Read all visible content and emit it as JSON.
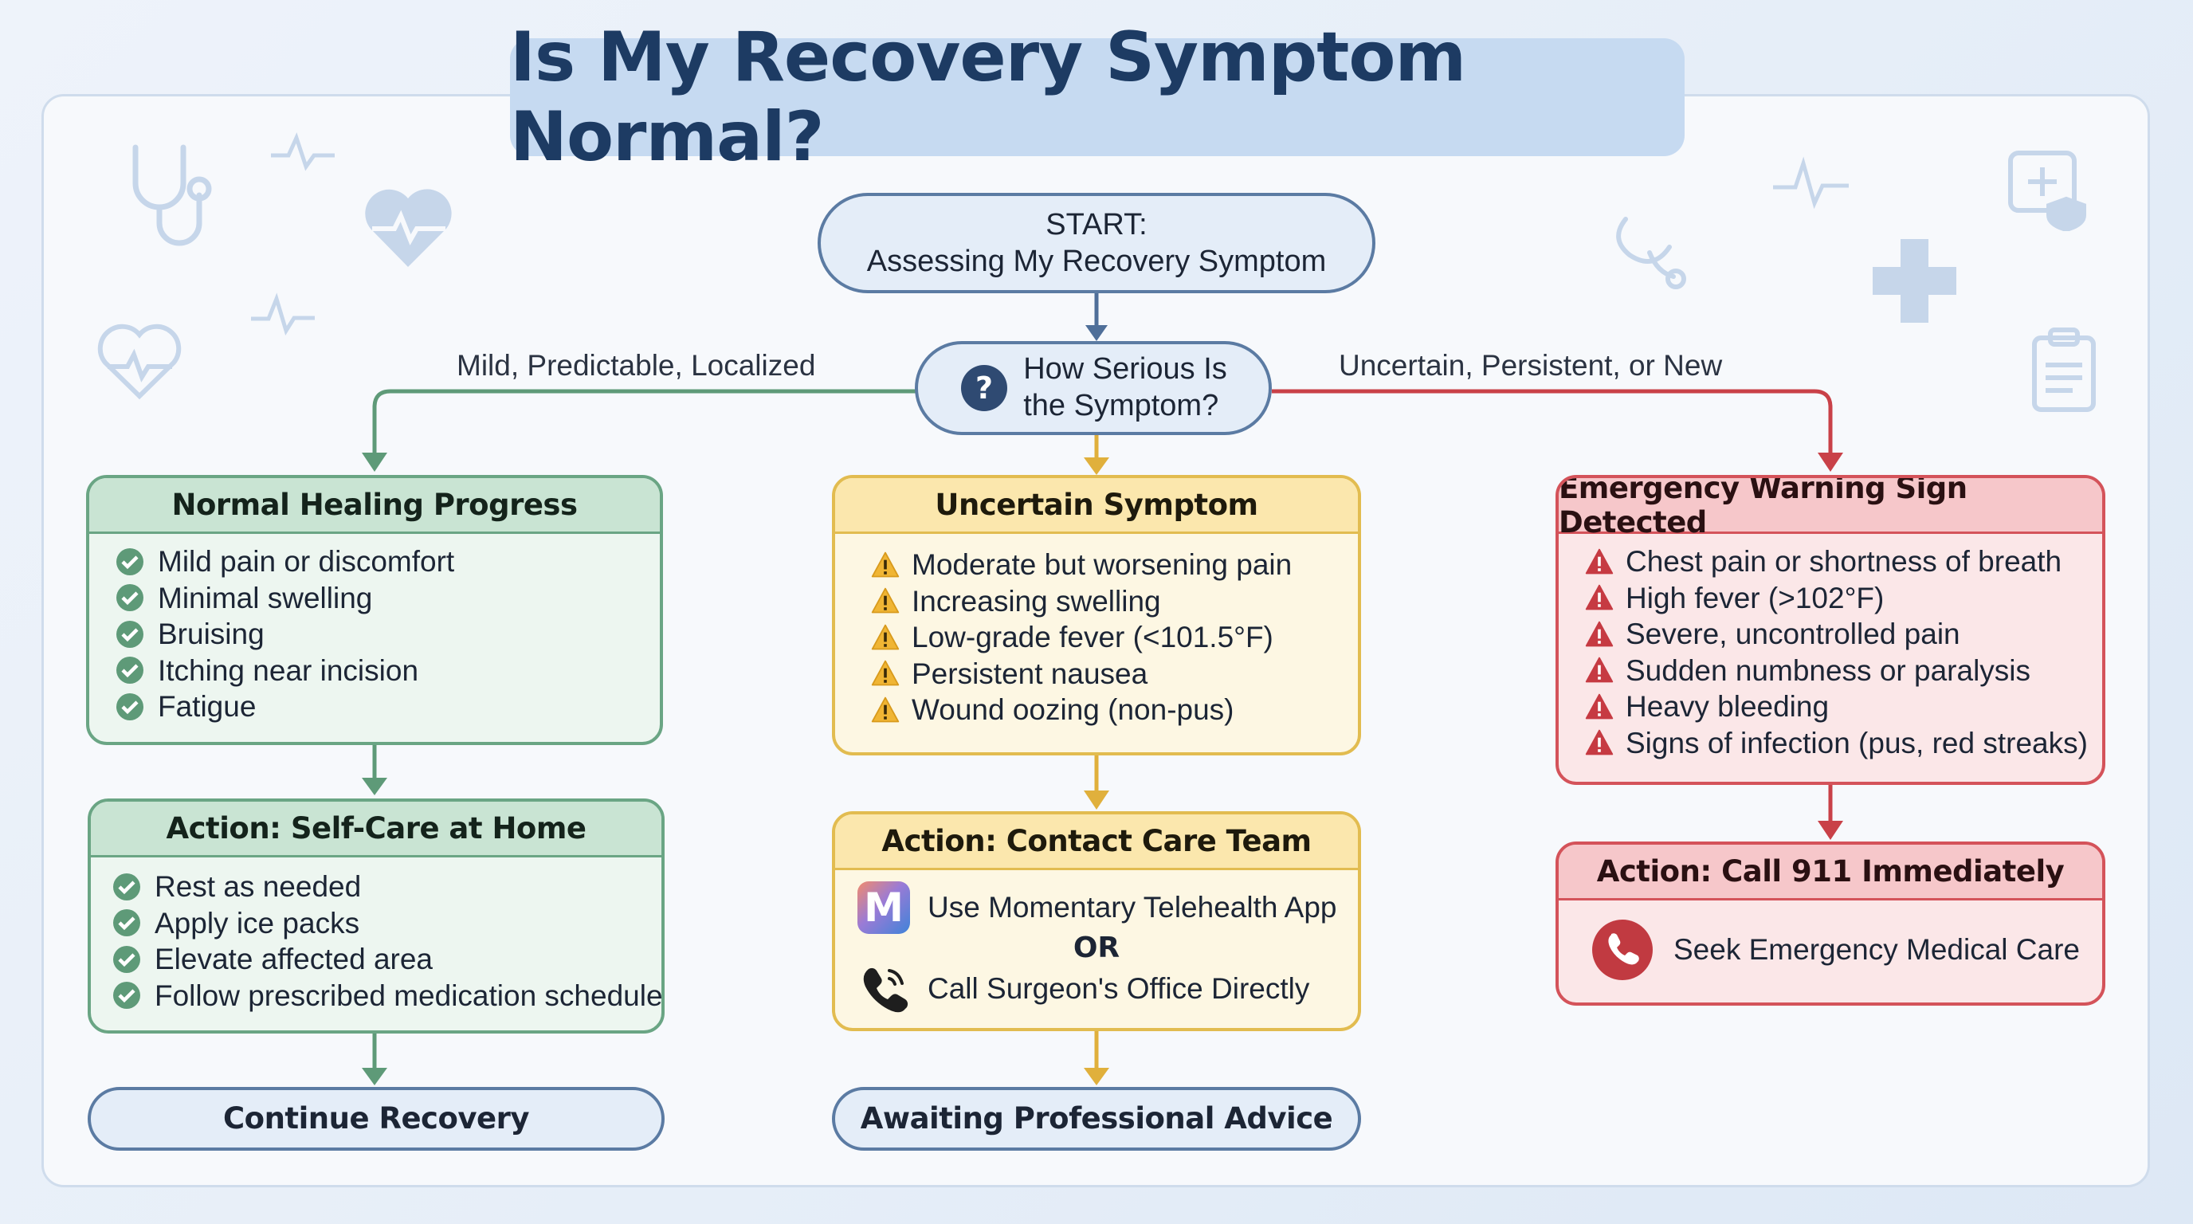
{
  "title": "Is My Recovery Symptom Normal?",
  "start": {
    "line1": "START:",
    "line2": "Assessing My Recovery Symptom"
  },
  "decision": {
    "line1": "How Serious Is",
    "line2": "the Symptom?",
    "icon": "question-icon"
  },
  "branches": {
    "left_label": "Mild, Predictable, Localized",
    "right_label": "Uncertain, Persistent, or New"
  },
  "normal": {
    "title": "Normal Healing Progress",
    "items": [
      "Mild pain or discomfort",
      "Minimal swelling",
      "Bruising",
      "Itching near incision",
      "Fatigue"
    ]
  },
  "selfcare": {
    "title": "Action: Self-Care at Home",
    "items": [
      "Rest as needed",
      "Apply ice packs",
      "Elevate affected area",
      "Follow prescribed medication schedule"
    ]
  },
  "continue": {
    "label": "Continue Recovery"
  },
  "uncertain": {
    "title": "Uncertain Symptom",
    "items": [
      "Moderate but worsening pain",
      "Increasing swelling",
      "Low-grade fever (<101.5°F)",
      "Persistent nausea",
      "Wound oozing (non-pus)"
    ]
  },
  "contact": {
    "title": "Action: Contact Care Team",
    "app_logo_letter": "M",
    "app_text": "Use Momentary Telehealth App",
    "or_text": "OR",
    "call_text": "Call Surgeon's Office Directly"
  },
  "awaiting": {
    "label": "Awaiting Professional Advice"
  },
  "emergency": {
    "title": "Emergency Warning Sign Detected",
    "items": [
      "Chest pain or shortness of breath",
      "High fever (>102°F)",
      "Severe, uncontrolled pain",
      "Sudden numbness or paralysis",
      "Heavy bleeding",
      "Signs of infection (pus, red streaks)"
    ]
  },
  "call911": {
    "title": "Action: Call 911 Immediately",
    "text": "Seek Emergency Medical Care"
  },
  "colors": {
    "green": "#5e9a78",
    "yellow": "#e0b03c",
    "red": "#c94148",
    "blue": "#4f6f99",
    "title": "#1d3b63"
  }
}
